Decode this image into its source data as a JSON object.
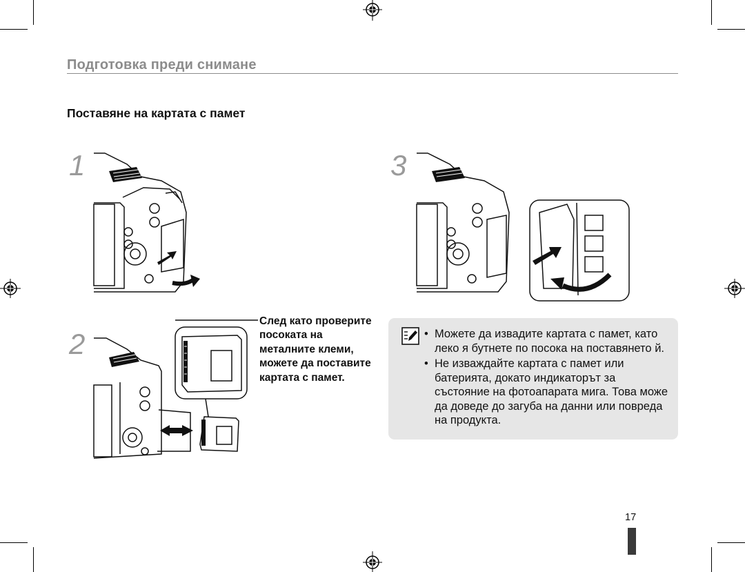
{
  "header": {
    "section_title": "Подготовка преди снимане"
  },
  "heading": "Поставяне на картата с памет",
  "steps": [
    {
      "number": "1"
    },
    {
      "number": "2"
    },
    {
      "number": "3"
    }
  ],
  "step2_caption": "След като проверите посоката на металните клеми, можете да поставите картата с памет.",
  "note": {
    "icon": "memo-pencil-icon",
    "items": [
      "Можете да извадите картата с памет, като леко я бутнете по посока на поставянето й.",
      "Не изваждайте картата с памет или батерията, докато индикаторът за състояние на фотоапарата мига. Това може да доведе до загуба на данни или повреда на продукта."
    ]
  },
  "footer": {
    "page_number": "17"
  },
  "colors": {
    "title_gray": "#8c8c8c",
    "note_bg": "#e6e6e6",
    "page_tab": "#3a3a3a"
  }
}
